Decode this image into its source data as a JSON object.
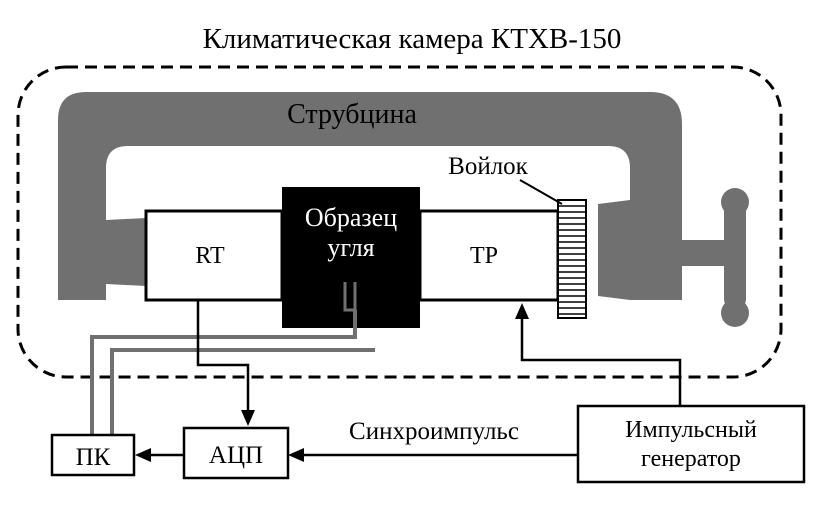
{
  "title": "Климатическая камера КТХВ-150",
  "labels": {
    "clamp": "Струбцина",
    "felt": "Войлок",
    "sample_line1": "Образец",
    "sample_line2": "угля",
    "rt": "RT",
    "tp": "TP",
    "pc": "ПК",
    "adc": "АЦП",
    "sync": "Синхроимпульс",
    "generator_line1": "Импульсный",
    "generator_line2": "генератор"
  },
  "colors": {
    "clamp": "#707070",
    "sample": "#000000",
    "wire_gray": "#707070",
    "line": "#000000"
  }
}
